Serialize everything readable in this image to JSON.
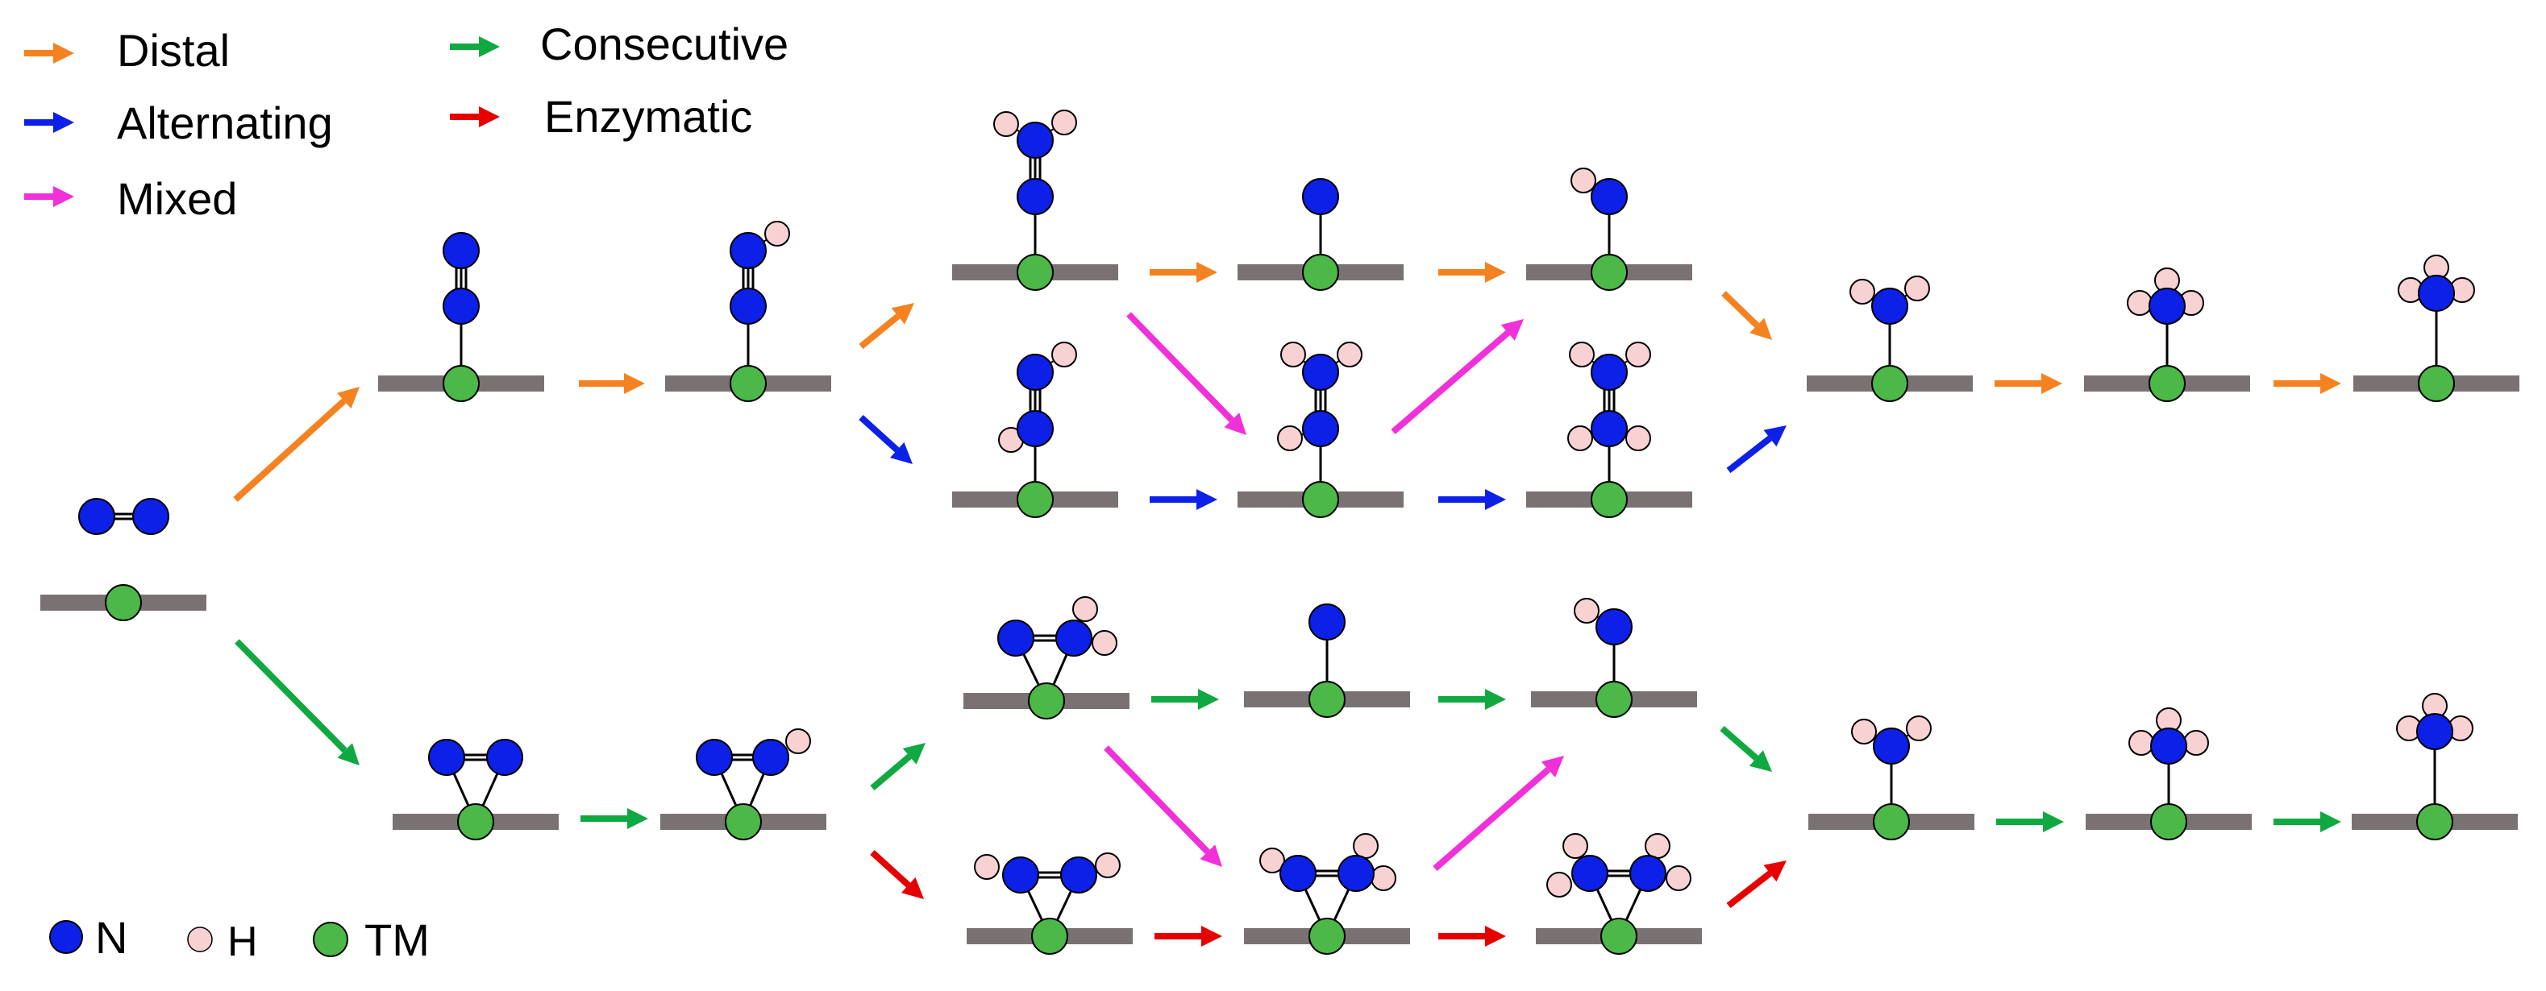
{
  "legend": {
    "paths": [
      {
        "label": "Distal",
        "color": "#f58220"
      },
      {
        "label": "Alternating",
        "color": "#0c20e8"
      },
      {
        "label": "Mixed",
        "color": "#f030d8"
      },
      {
        "label": "Consecutive",
        "color": "#10a840"
      },
      {
        "label": "Enzymatic",
        "color": "#e60000"
      }
    ],
    "atoms": [
      {
        "label": "N",
        "color": "#0c20e8"
      },
      {
        "label": "H",
        "color": "#f8d2d2"
      },
      {
        "label": "TM",
        "color": "#4cb848"
      }
    ]
  },
  "colors": {
    "surface": "#7a7272",
    "bond": "#000000"
  }
}
